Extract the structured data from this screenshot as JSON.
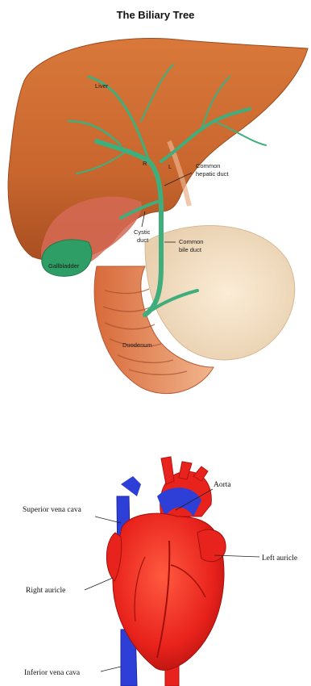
{
  "biliary": {
    "title": "The Biliary Tree",
    "labels": {
      "liver": "Liver",
      "right": "R",
      "left": "L",
      "common_hepatic_line1": "Common",
      "common_hepatic_line2": "hepatic duct",
      "cystic_line1": "Cystic",
      "cystic_line2": "duct",
      "common_bile_line1": "Common",
      "common_bile_line2": "bile duct",
      "gallbladder": "Gallbladder",
      "duodenum": "Duodenum"
    }
  },
  "heart": {
    "labels": {
      "aorta": "Aorta",
      "superior_vena_cava": "Superior vena cava",
      "left_auricle": "Left auricle",
      "right_auricle": "Right auricle",
      "inferior_vena_cava": "Inferior vena cava"
    }
  },
  "colors": {
    "liver": "#c8662e",
    "duct": "#3fae7c",
    "gallbladder": "#2f9e66",
    "pancreas": "#f1dcc0",
    "duodenum": "#e3956a",
    "heart_red": "#e8221c",
    "vein_blue": "#2d3fd6"
  }
}
